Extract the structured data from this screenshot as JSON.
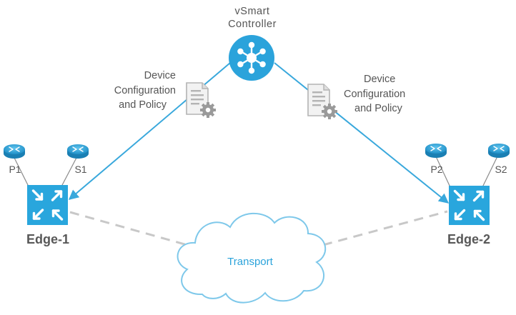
{
  "controller": {
    "label_line1": "vSmart",
    "label_line2": "Controller",
    "icon": "hub-icon"
  },
  "policy_left": {
    "line1": "Device",
    "line2": "Configuration",
    "line3": "and Policy",
    "icon": "document-gear-icon"
  },
  "policy_right": {
    "line1": "Device",
    "line2": "Configuration",
    "line3": "and Policy",
    "icon": "document-gear-icon"
  },
  "edges": [
    {
      "name": "Edge-1",
      "routers": [
        "P1",
        "S1"
      ],
      "icon": "switch-arrows-icon"
    },
    {
      "name": "Edge-2",
      "routers": [
        "P2",
        "S2"
      ],
      "icon": "switch-arrows-icon"
    }
  ],
  "transport": {
    "label": "Transport",
    "icon": "cloud-icon"
  },
  "colors": {
    "accent": "#2ba3db",
    "edge_box": "#29a6dd",
    "arrow": "#39a8dc",
    "dashed_link": "#c8c8c8",
    "text": "#555555",
    "doc_gray": "#b4b4b4"
  }
}
